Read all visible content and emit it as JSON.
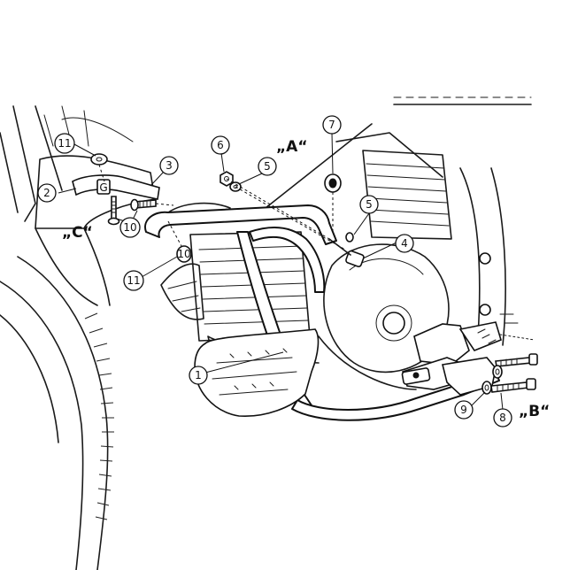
{
  "diagram": {
    "view_labels": {
      "a": "„A“",
      "b": "„B“",
      "c": "„C“"
    },
    "callouts": {
      "c1": "1",
      "c2": "2",
      "c3": "3",
      "c4": "4",
      "c5a": "5",
      "c5b": "5",
      "c6": "6",
      "c7": "7",
      "c8": "8",
      "c9": "9",
      "c10": "10",
      "c11a": "11",
      "c11b": "11"
    },
    "part_number_c10": "10",
    "icon_names": [
      "bolt-icon",
      "washer-icon",
      "nut-icon",
      "spacer-icon",
      "bracket-icon"
    ]
  }
}
